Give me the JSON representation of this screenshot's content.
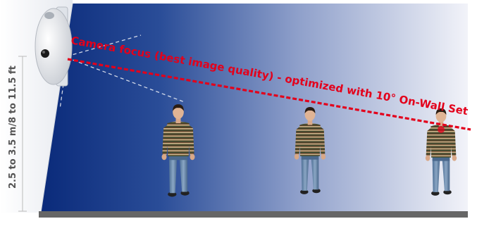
{
  "height_label": "2.5 to 3.5 m/8 to 11.5 ft",
  "focus_label": "Camera focus (best image quality) - optimized with 10° On-Wall Set",
  "colors": {
    "room_dark": "#0a2a7a",
    "room_light": "#f4f5fa",
    "floor": "#666666",
    "focus": "#e3001b",
    "dimension": "#bbbbbb",
    "label": "#555555"
  },
  "people_count": 3
}
